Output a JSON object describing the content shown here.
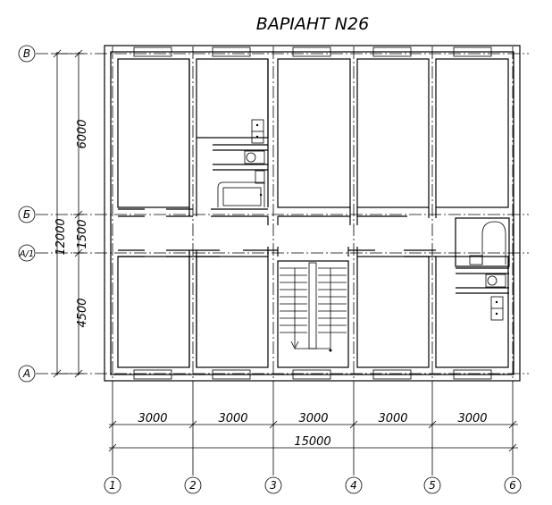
{
  "title": "ВАРІАНТ N26",
  "column_axes": [
    "1",
    "2",
    "3",
    "4",
    "5",
    "6"
  ],
  "row_axes": [
    "В",
    "Б",
    "А/1",
    "А"
  ],
  "bay_dimensions": [
    "3000",
    "3000",
    "3000",
    "3000",
    "3000"
  ],
  "total_width": "15000",
  "vertical_dimensions": {
    "upper": "6000",
    "middle": "1500",
    "lower": "4500",
    "total": "12000"
  }
}
